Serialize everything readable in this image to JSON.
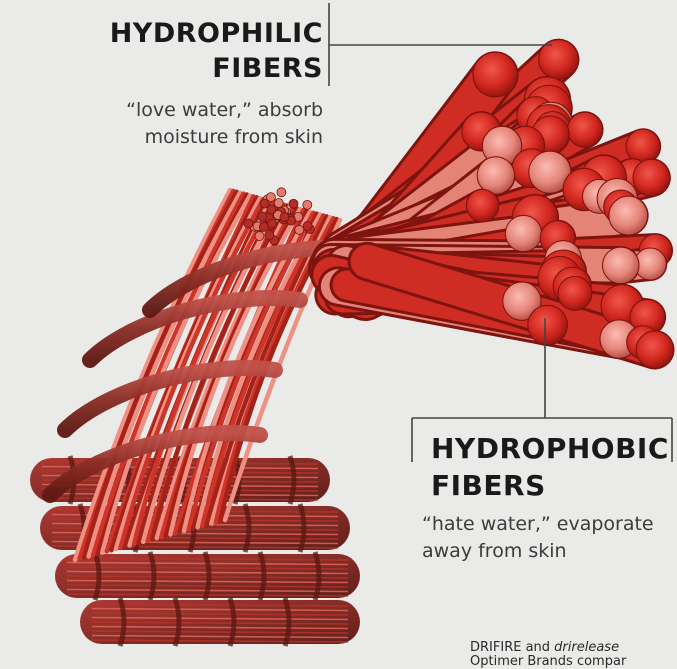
{
  "labels": {
    "hydrophilic": {
      "title_line1": "HYDROPHILIC",
      "title_line2": "FIBERS",
      "desc_line1": "“love water,” absorb",
      "desc_line2": "moisture from skin"
    },
    "hydrophobic": {
      "title_line1": "HYDROPHOBIC",
      "title_line2": "FIBERS",
      "desc_line1": "“hate water,” evaporate",
      "desc_line2": "away from skin"
    }
  },
  "credit": {
    "line1_prefix": "DRIFIRE and ",
    "line1_italic": "drirelease",
    "line2": "Optimer Brands compar"
  },
  "colors": {
    "background": "#eaeae8",
    "fiber_red": "#d42a24",
    "fiber_dark": "#7a1410",
    "fiber_pink": "#e9857c",
    "leader_line": "#444444"
  }
}
